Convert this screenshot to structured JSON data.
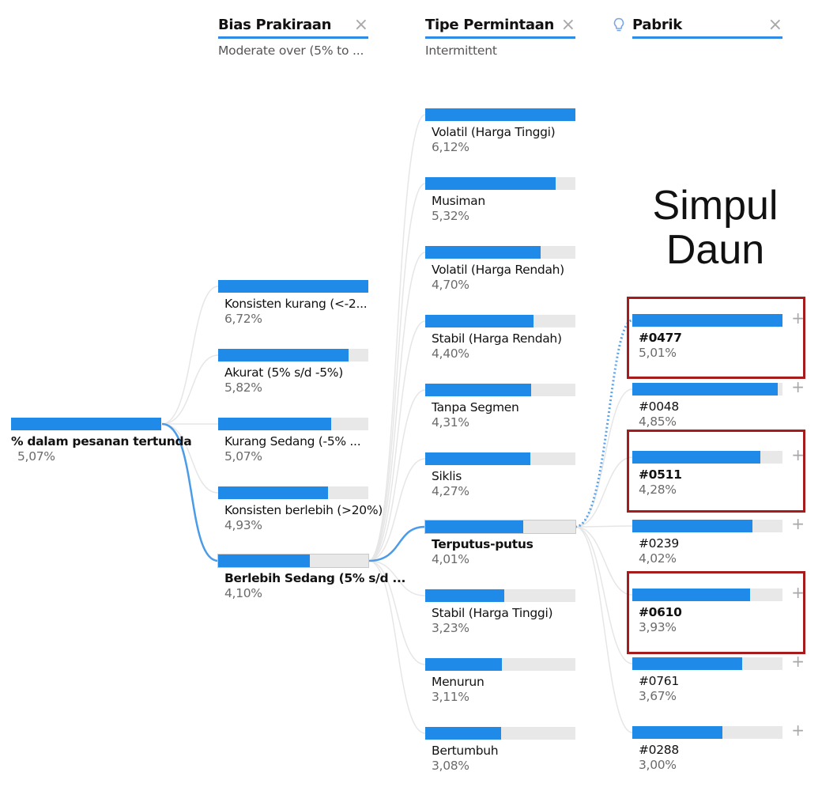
{
  "headers": [
    {
      "title": "Bias Prakiraan",
      "subtitle": "Moderate over (5% to ...",
      "close_icon": "×"
    },
    {
      "title": "Tipe Permintaan",
      "subtitle": "Intermittent",
      "close_icon": "×"
    },
    {
      "title": "Pabrik",
      "subtitle": "",
      "close_icon": "×",
      "icon": "lightbulb-icon"
    }
  ],
  "root": {
    "label": "% dalam pesanan tertunda",
    "value": "5,07%"
  },
  "level1": [
    {
      "label": "Konsisten kurang (<-2...",
      "value": "6,72%",
      "pct": 100
    },
    {
      "label": "Akurat (5% s/d -5%)",
      "value": "5,82%",
      "pct": 86.6
    },
    {
      "label": "Kurang Sedang (-5% ...",
      "value": "5,07%",
      "pct": 75.4
    },
    {
      "label": "Konsisten berlebih (>20%)",
      "value": "4,93%",
      "pct": 73.4
    },
    {
      "label": "Berlebih Sedang (5% s/d ...",
      "value": "4,10%",
      "pct": 61.0,
      "selected": true
    }
  ],
  "level2": [
    {
      "label": "Volatil (Harga Tinggi)",
      "value": "6,12%",
      "pct": 100
    },
    {
      "label": "Musiman",
      "value": "5,32%",
      "pct": 86.9
    },
    {
      "label": "Volatil (Harga Rendah)",
      "value": "4,70%",
      "pct": 76.8
    },
    {
      "label": "Stabil (Harga Rendah)",
      "value": "4,40%",
      "pct": 71.9
    },
    {
      "label": "Tanpa Segmen",
      "value": "4,31%",
      "pct": 70.4
    },
    {
      "label": "Siklis",
      "value": "4,27%",
      "pct": 69.8
    },
    {
      "label": "Terputus-putus",
      "value": "4,01%",
      "pct": 65.5,
      "selected": true
    },
    {
      "label": "Stabil (Harga Tinggi)",
      "value": "3,23%",
      "pct": 52.8
    },
    {
      "label": "Menurun",
      "value": "3,11%",
      "pct": 50.8
    },
    {
      "label": "Bertumbuh",
      "value": "3,08%",
      "pct": 50.3
    }
  ],
  "level3": [
    {
      "label": "#0477",
      "value": "5,01%",
      "pct": 100,
      "highlighted": true
    },
    {
      "label": "#0048",
      "value": "4,85%",
      "pct": 96.8
    },
    {
      "label": "#0511",
      "value": "4,28%",
      "pct": 85.4,
      "highlighted": true
    },
    {
      "label": "#0239",
      "value": "4,02%",
      "pct": 80.2
    },
    {
      "label": "#0610",
      "value": "3,93%",
      "pct": 78.4,
      "highlighted": true
    },
    {
      "label": "#0761",
      "value": "3,67%",
      "pct": 73.3
    },
    {
      "label": "#0288",
      "value": "3,00%",
      "pct": 59.9
    }
  ],
  "expand_icon": "+",
  "annotation": {
    "line1": "Simpul",
    "line2": "Daun"
  },
  "colors": {
    "bar": "#1f8ae8",
    "track": "#e8e8e8",
    "link_active": "#4a9be8",
    "highlight": "#a61c1c"
  }
}
